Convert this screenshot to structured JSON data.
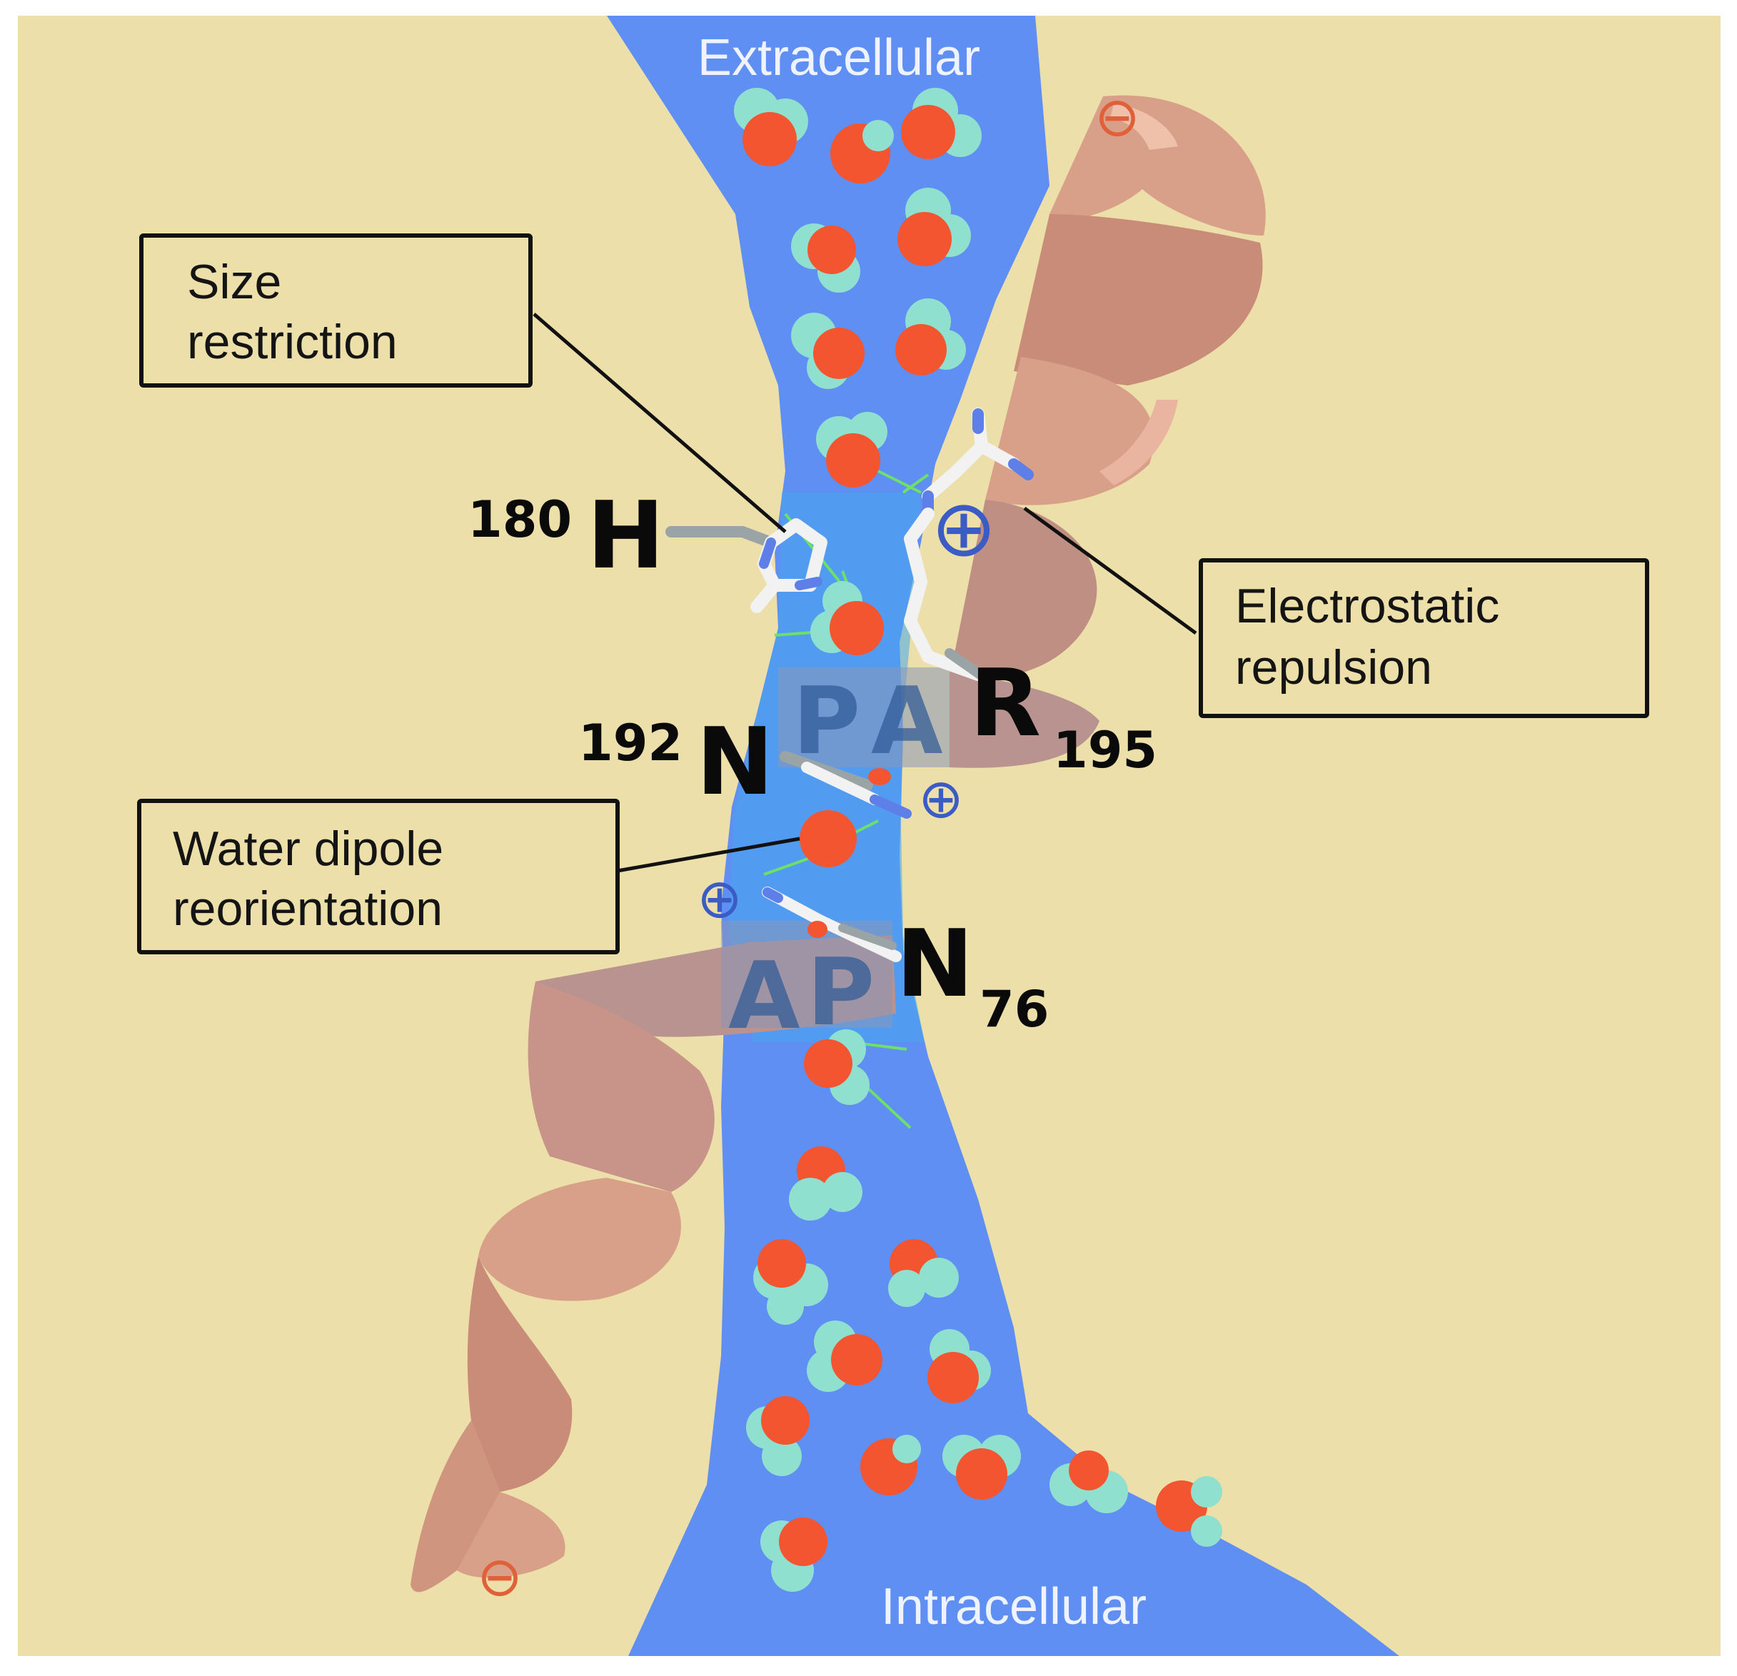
{
  "figure": {
    "regions": {
      "top": "Extracellular",
      "bottom": "Intracellular"
    },
    "callouts": {
      "size": [
        "Size",
        "restriction"
      ],
      "electrostatic": [
        "Electrostatic",
        "repulsion"
      ],
      "dipole": [
        "Water dipole",
        "reorientation"
      ]
    },
    "residues": {
      "his": {
        "number": "180",
        "letter": "H"
      },
      "arg": {
        "letter": "R",
        "number": "195"
      },
      "asn_upper": {
        "number": "192",
        "letter": "N"
      },
      "asn_lower": {
        "letter": "N",
        "number": "76"
      }
    },
    "npa_motifs": {
      "upper": [
        "P",
        "A"
      ],
      "lower": [
        "A",
        "P"
      ]
    },
    "charges": {
      "positive": "⊕",
      "negative": "⊖"
    },
    "colors": {
      "background": "#ecdfa9",
      "channel": "#5f8ff2",
      "channel_core": "#46a8ef",
      "helix": "#d9a089",
      "water_oxygen": "#f2552f",
      "water_hydrogen": "#8fe0cf",
      "hbond": "#6de06a",
      "positive_charge": "#3a5cc4",
      "negative_charge": "#e0603a"
    }
  }
}
